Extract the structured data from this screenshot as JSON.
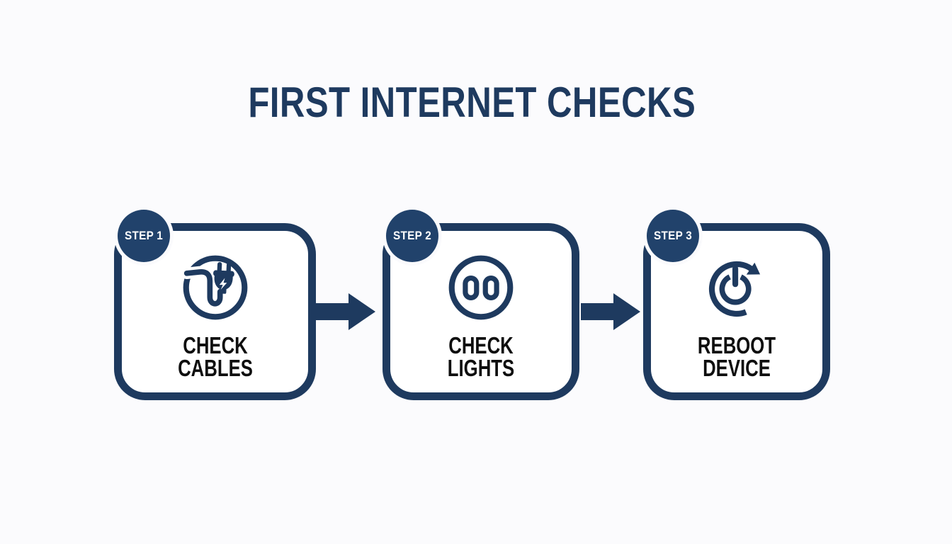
{
  "title": "FIRST INTERNET CHECKS",
  "steps": [
    {
      "badge": "STEP 1",
      "label": "CHECK CABLES",
      "icon": "plug-cable-icon"
    },
    {
      "badge": "STEP 2",
      "label": "CHECK LIGHTS",
      "icon": "indicator-lights-icon"
    },
    {
      "badge": "STEP 3",
      "label": "REBOOT DEVICE",
      "icon": "reboot-power-icon"
    }
  ],
  "connectors": [
    {
      "type": "arrow-right"
    },
    {
      "type": "arrow-right"
    }
  ],
  "colors": {
    "navy": "#1e3a5f",
    "badge_fill": "#21426b",
    "badge_text": "#ffffff",
    "label_text": "#0e0e0e",
    "box_fill": "#ffffff",
    "background": "#fbfbfd"
  }
}
